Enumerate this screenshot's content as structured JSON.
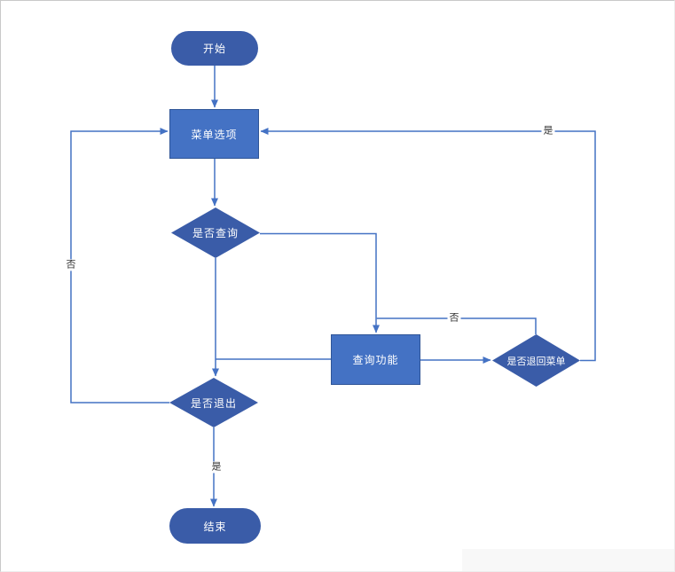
{
  "diagram": {
    "type": "flowchart",
    "nodes": [
      {
        "id": "start",
        "shape": "terminator",
        "label": "开始"
      },
      {
        "id": "menu-options",
        "shape": "process",
        "label": "菜单选项"
      },
      {
        "id": "is-query",
        "shape": "decision",
        "label": "是否查询"
      },
      {
        "id": "query-function",
        "shape": "process",
        "label": "查询功能"
      },
      {
        "id": "is-return-menu",
        "shape": "decision",
        "label": "是否退回菜单"
      },
      {
        "id": "is-exit",
        "shape": "decision",
        "label": "是否退出"
      },
      {
        "id": "end",
        "shape": "terminator",
        "label": "结束"
      }
    ],
    "edge_labels": [
      {
        "id": "exit-no-left-loop",
        "label": "否"
      },
      {
        "id": "return-menu-yes-top-loop",
        "label": "是"
      },
      {
        "id": "return-menu-no-back",
        "label": "否"
      },
      {
        "id": "exit-yes-to-end",
        "label": "是"
      }
    ],
    "colors": {
      "terminator_fill": "#3a5ca8",
      "decision_fill": "#3a5ca8",
      "process_fill": "#4472c4",
      "process_border": "#2f5597",
      "line": "#4472c4",
      "edge_label_text": "#333333",
      "node_text": "#ffffff"
    }
  }
}
